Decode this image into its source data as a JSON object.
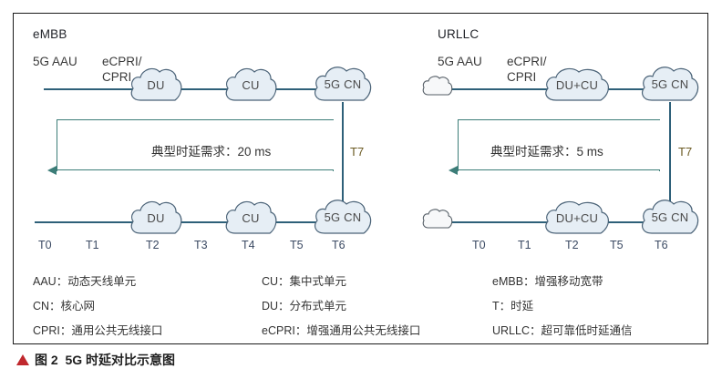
{
  "figure": {
    "caption_marker": "▲",
    "caption": "图 2  5G 时延对比示意图",
    "caption_color": "#c0282d"
  },
  "colors": {
    "line": "#2e6079",
    "bracket": "#3c7d78",
    "cloud_fill": "#e6eef5",
    "cloud_stroke": "#4a6277",
    "aau_fill": "#f7f8f9",
    "frame": "#1b1b1b",
    "t7_label": "#6b5a22",
    "tick_label": "#3b4a63"
  },
  "panels": [
    {
      "id": "embb",
      "title": "eMBB",
      "interface_labels": {
        "left": "5G AAU",
        "right_line1": "eCPRI/",
        "right_line2": "CPRI"
      },
      "latency_text": "典型时延需求：20 ms",
      "t7_label": "T7",
      "top_nodes": [
        {
          "name": "DU",
          "label": "DU"
        },
        {
          "name": "CU",
          "label": "CU"
        },
        {
          "name": "5G CN",
          "label": "5G CN"
        }
      ],
      "bottom_nodes": [
        {
          "name": "DU",
          "label": "DU"
        },
        {
          "name": "CU",
          "label": "CU"
        },
        {
          "name": "5G CN",
          "label": "5G CN"
        }
      ],
      "has_aau_cloud_top": false,
      "has_aau_cloud_bottom": false,
      "ticks": [
        "T0",
        "T1",
        "T2",
        "T3",
        "T4",
        "T5",
        "T6"
      ]
    },
    {
      "id": "urllc",
      "title": "URLLC",
      "interface_labels": {
        "left": "5G AAU",
        "right_line1": "eCPRI/",
        "right_line2": "CPRI"
      },
      "latency_text": "典型时延需求：5 ms",
      "t7_label": "T7",
      "top_nodes": [
        {
          "name": "DU+CU",
          "label": "DU+CU"
        },
        {
          "name": "5G CN",
          "label": "5G CN"
        }
      ],
      "bottom_nodes": [
        {
          "name": "DU+CU",
          "label": "DU+CU"
        },
        {
          "name": "5G CN",
          "label": "5G CN"
        }
      ],
      "has_aau_cloud_top": true,
      "has_aau_cloud_bottom": true,
      "ticks": [
        "T0",
        "T1",
        "T2",
        "T5",
        "T6"
      ]
    }
  ],
  "legend": {
    "col1": [
      "AAU：动态天线单元",
      "CN：核心网",
      "CPRI：通用公共无线接口"
    ],
    "col2": [
      "CU：集中式单元",
      "DU：分布式单元",
      "eCPRI：增强通用公共无线接口"
    ],
    "col3": [
      "eMBB：增强移动宽带",
      "T：时延",
      "URLLC：超可靠低时延通信"
    ]
  }
}
